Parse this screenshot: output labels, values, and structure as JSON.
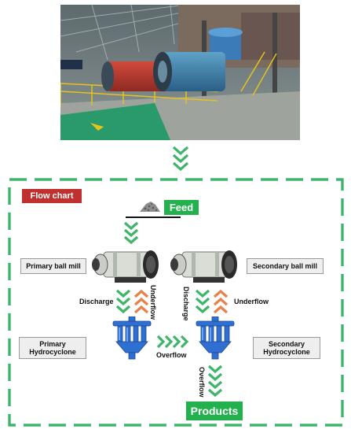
{
  "flow_chart_title": "Flow chart",
  "feed_label": "Feed",
  "primary_ball_mill": "Primary ball mill",
  "secondary_ball_mill": "Secondary  ball mill",
  "primary_hydrocyclone": "Primary\nHydrocyclone",
  "secondary_hydrocyclone": "Secondary\nHydrocyclone",
  "discharge_left": "Discharge",
  "underflow_left": "Underflow",
  "discharge_right": "Discharge",
  "underflow_right": "Underflow",
  "overflow_middle": "Overflow",
  "overflow_bottom": "Overflow",
  "products_label": "Products",
  "colors": {
    "green": "#3fb56a",
    "bright_green": "#22b14c",
    "orange": "#e8804a",
    "red_title": "#c0302f",
    "cyclone_blue": "#2f6fd1",
    "mill_gray": "#d9ddd6"
  }
}
